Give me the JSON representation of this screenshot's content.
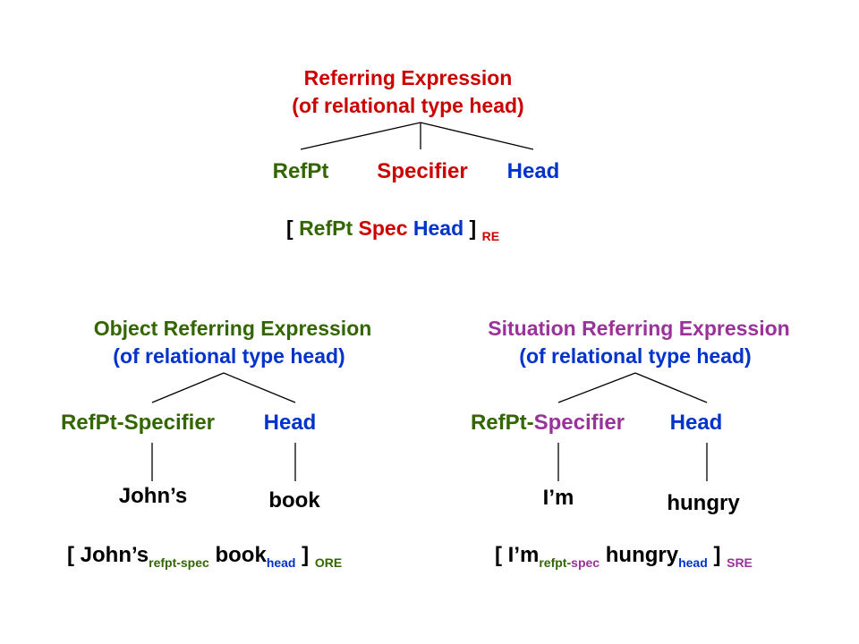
{
  "colors": {
    "red": "#cc0000",
    "green": "#336600",
    "blue": "#0033cc",
    "purple": "#993399",
    "black": "#000000"
  },
  "top": {
    "title": "Referring Expression",
    "subtitle": "(of relational type head)",
    "nodes": {
      "refpt": "RefPt",
      "specifier": "Specifier",
      "head": "Head"
    },
    "bracket": {
      "open": "[",
      "refpt": "RefPt",
      "spec": "Spec",
      "head": "Head",
      "close": "]",
      "tag": "RE"
    }
  },
  "object": {
    "title": "Object Referring Expression",
    "subtitle": "(of relational type head)",
    "nodes": {
      "refpt_specifier": "RefPt-Specifier",
      "head": "Head"
    },
    "leaves": {
      "refpt_specifier": "John’s",
      "head": "book"
    },
    "bracket": {
      "open": "[",
      "word1": "John’s",
      "sub1": "refpt-spec",
      "word2": "book",
      "sub2": "head",
      "close": "]",
      "tag": "ORE"
    }
  },
  "situation": {
    "title": "Situation Referring Expression",
    "subtitle": "(of relational type head)",
    "nodes": {
      "refpt": "RefPt",
      "hyphen": "-",
      "specifier": "Specifier",
      "head": "Head"
    },
    "leaves": {
      "refpt_specifier": "I’m",
      "head": "hungry"
    },
    "bracket": {
      "open": "[",
      "word1": "I’m",
      "sub1_refpt": "refpt",
      "sub1_dash": "-",
      "sub1_spec": "spec",
      "word2": "hungry",
      "sub2": "head",
      "close": "]",
      "tag": "SRE"
    }
  }
}
